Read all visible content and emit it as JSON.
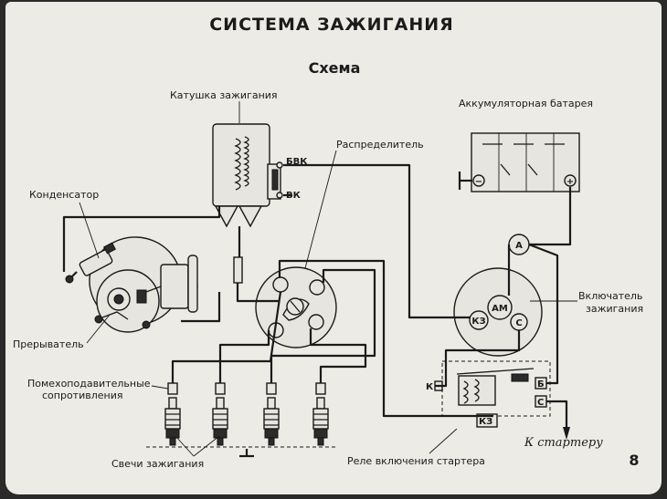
{
  "title": "СИСТЕМА ЗАЖИГАНИЯ",
  "subtitle": "Схема",
  "page_number": "8",
  "labels": {
    "coil": "Катушка зажигания",
    "distributor": "Распределитель",
    "battery": "Аккумуляторная батарея",
    "capacitor": "Конденсатор",
    "breaker": "Прерыватель",
    "switch_line1": "Включатель",
    "switch_line2": "зажигания",
    "resistors_line1": "Помехоподавительные",
    "resistors_line2": "сопротивления",
    "spark_plugs": "Свечи зажигания",
    "relay": "Реле включения стартера",
    "to_starter": "К стартеру"
  },
  "terminals": {
    "bvk": "БВК",
    "vk": "ВК",
    "ammeter": "A",
    "am": "АМ",
    "kz": "КЗ",
    "s": "С",
    "relay_k": "К",
    "relay_b": "Б",
    "relay_s": "С",
    "relay_kz": "КЗ"
  }
}
